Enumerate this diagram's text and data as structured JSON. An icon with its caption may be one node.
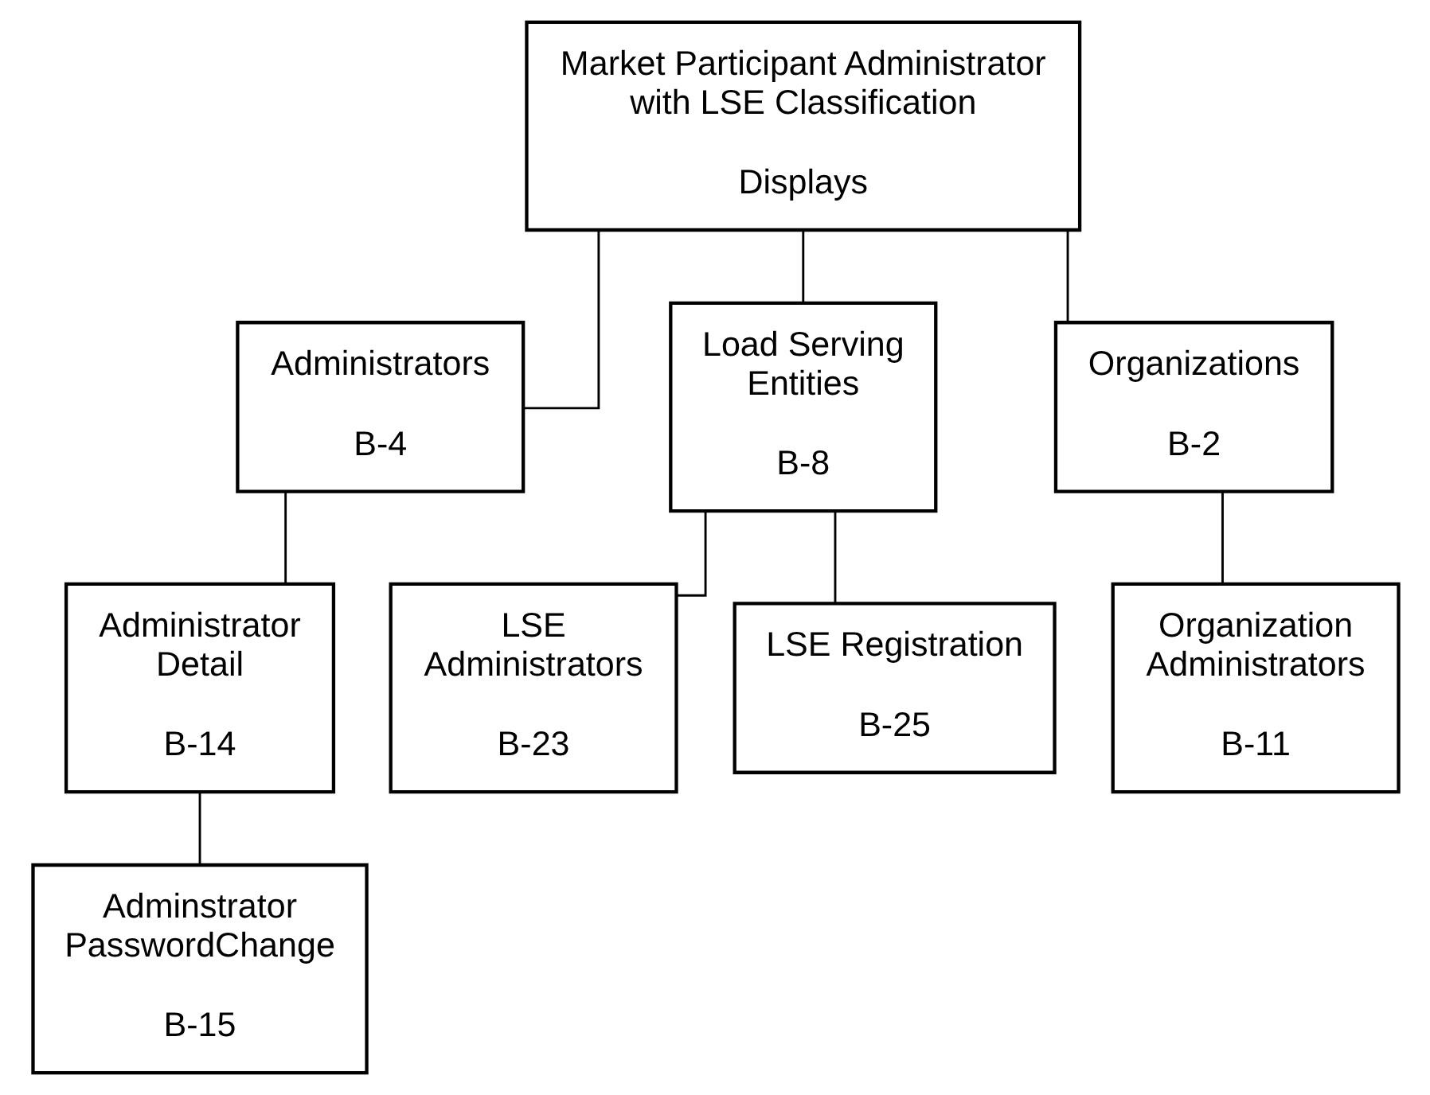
{
  "diagram": {
    "nodes": [
      {
        "text": [
          "Market Participant Administrator with LSE Classification",
          "Displays"
        ]
      },
      {
        "text": [
          "Administrators",
          "B-4"
        ]
      },
      {
        "text": [
          "Load Serving Entities",
          "B-8"
        ]
      },
      {
        "text": [
          "Organizations",
          "B-2"
        ]
      },
      {
        "text": [
          "Administrator Detail",
          "B-14"
        ]
      },
      {
        "text": [
          "LSE Administrators",
          "B-23"
        ]
      },
      {
        "text": [
          "LSE Registration",
          "B-25"
        ]
      },
      {
        "text": [
          "Organization Administrators",
          "B-11"
        ]
      },
      {
        "text": [
          "Adminstrator PasswordChange",
          "B-15"
        ]
      }
    ],
    "edges": [
      {
        "from": 0,
        "to": 1,
        "arrow": "none"
      },
      {
        "from": 0,
        "to": 2,
        "arrow": "none"
      },
      {
        "from": 0,
        "to": 3,
        "arrow": "none"
      },
      {
        "from": 1,
        "to": 4,
        "arrow": "none"
      },
      {
        "from": 2,
        "to": 5,
        "arrow": "none"
      },
      {
        "from": 2,
        "to": 6,
        "arrow": "none"
      },
      {
        "from": 3,
        "to": 7,
        "arrow": "none"
      },
      {
        "from": 4,
        "to": 8,
        "arrow": "none"
      }
    ]
  }
}
